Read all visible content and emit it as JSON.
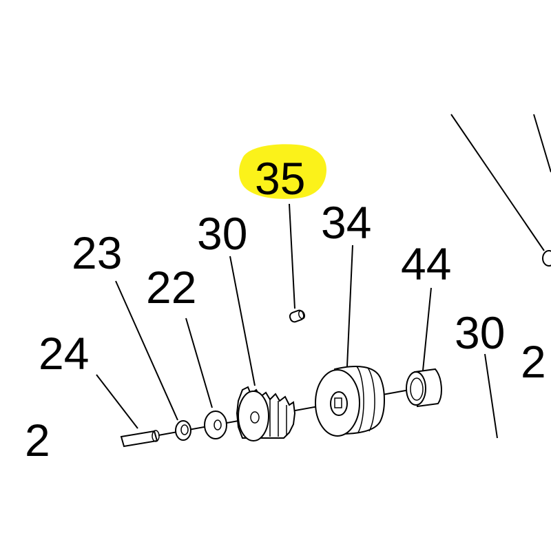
{
  "highlight_color": "#fbf21a",
  "callouts": {
    "c35": "35",
    "c34": "34",
    "c30a": "30",
    "c23": "23",
    "c22": "22",
    "c44": "44",
    "c24": "24",
    "c30b": "30",
    "c2r": "2",
    "c2l": "2"
  }
}
